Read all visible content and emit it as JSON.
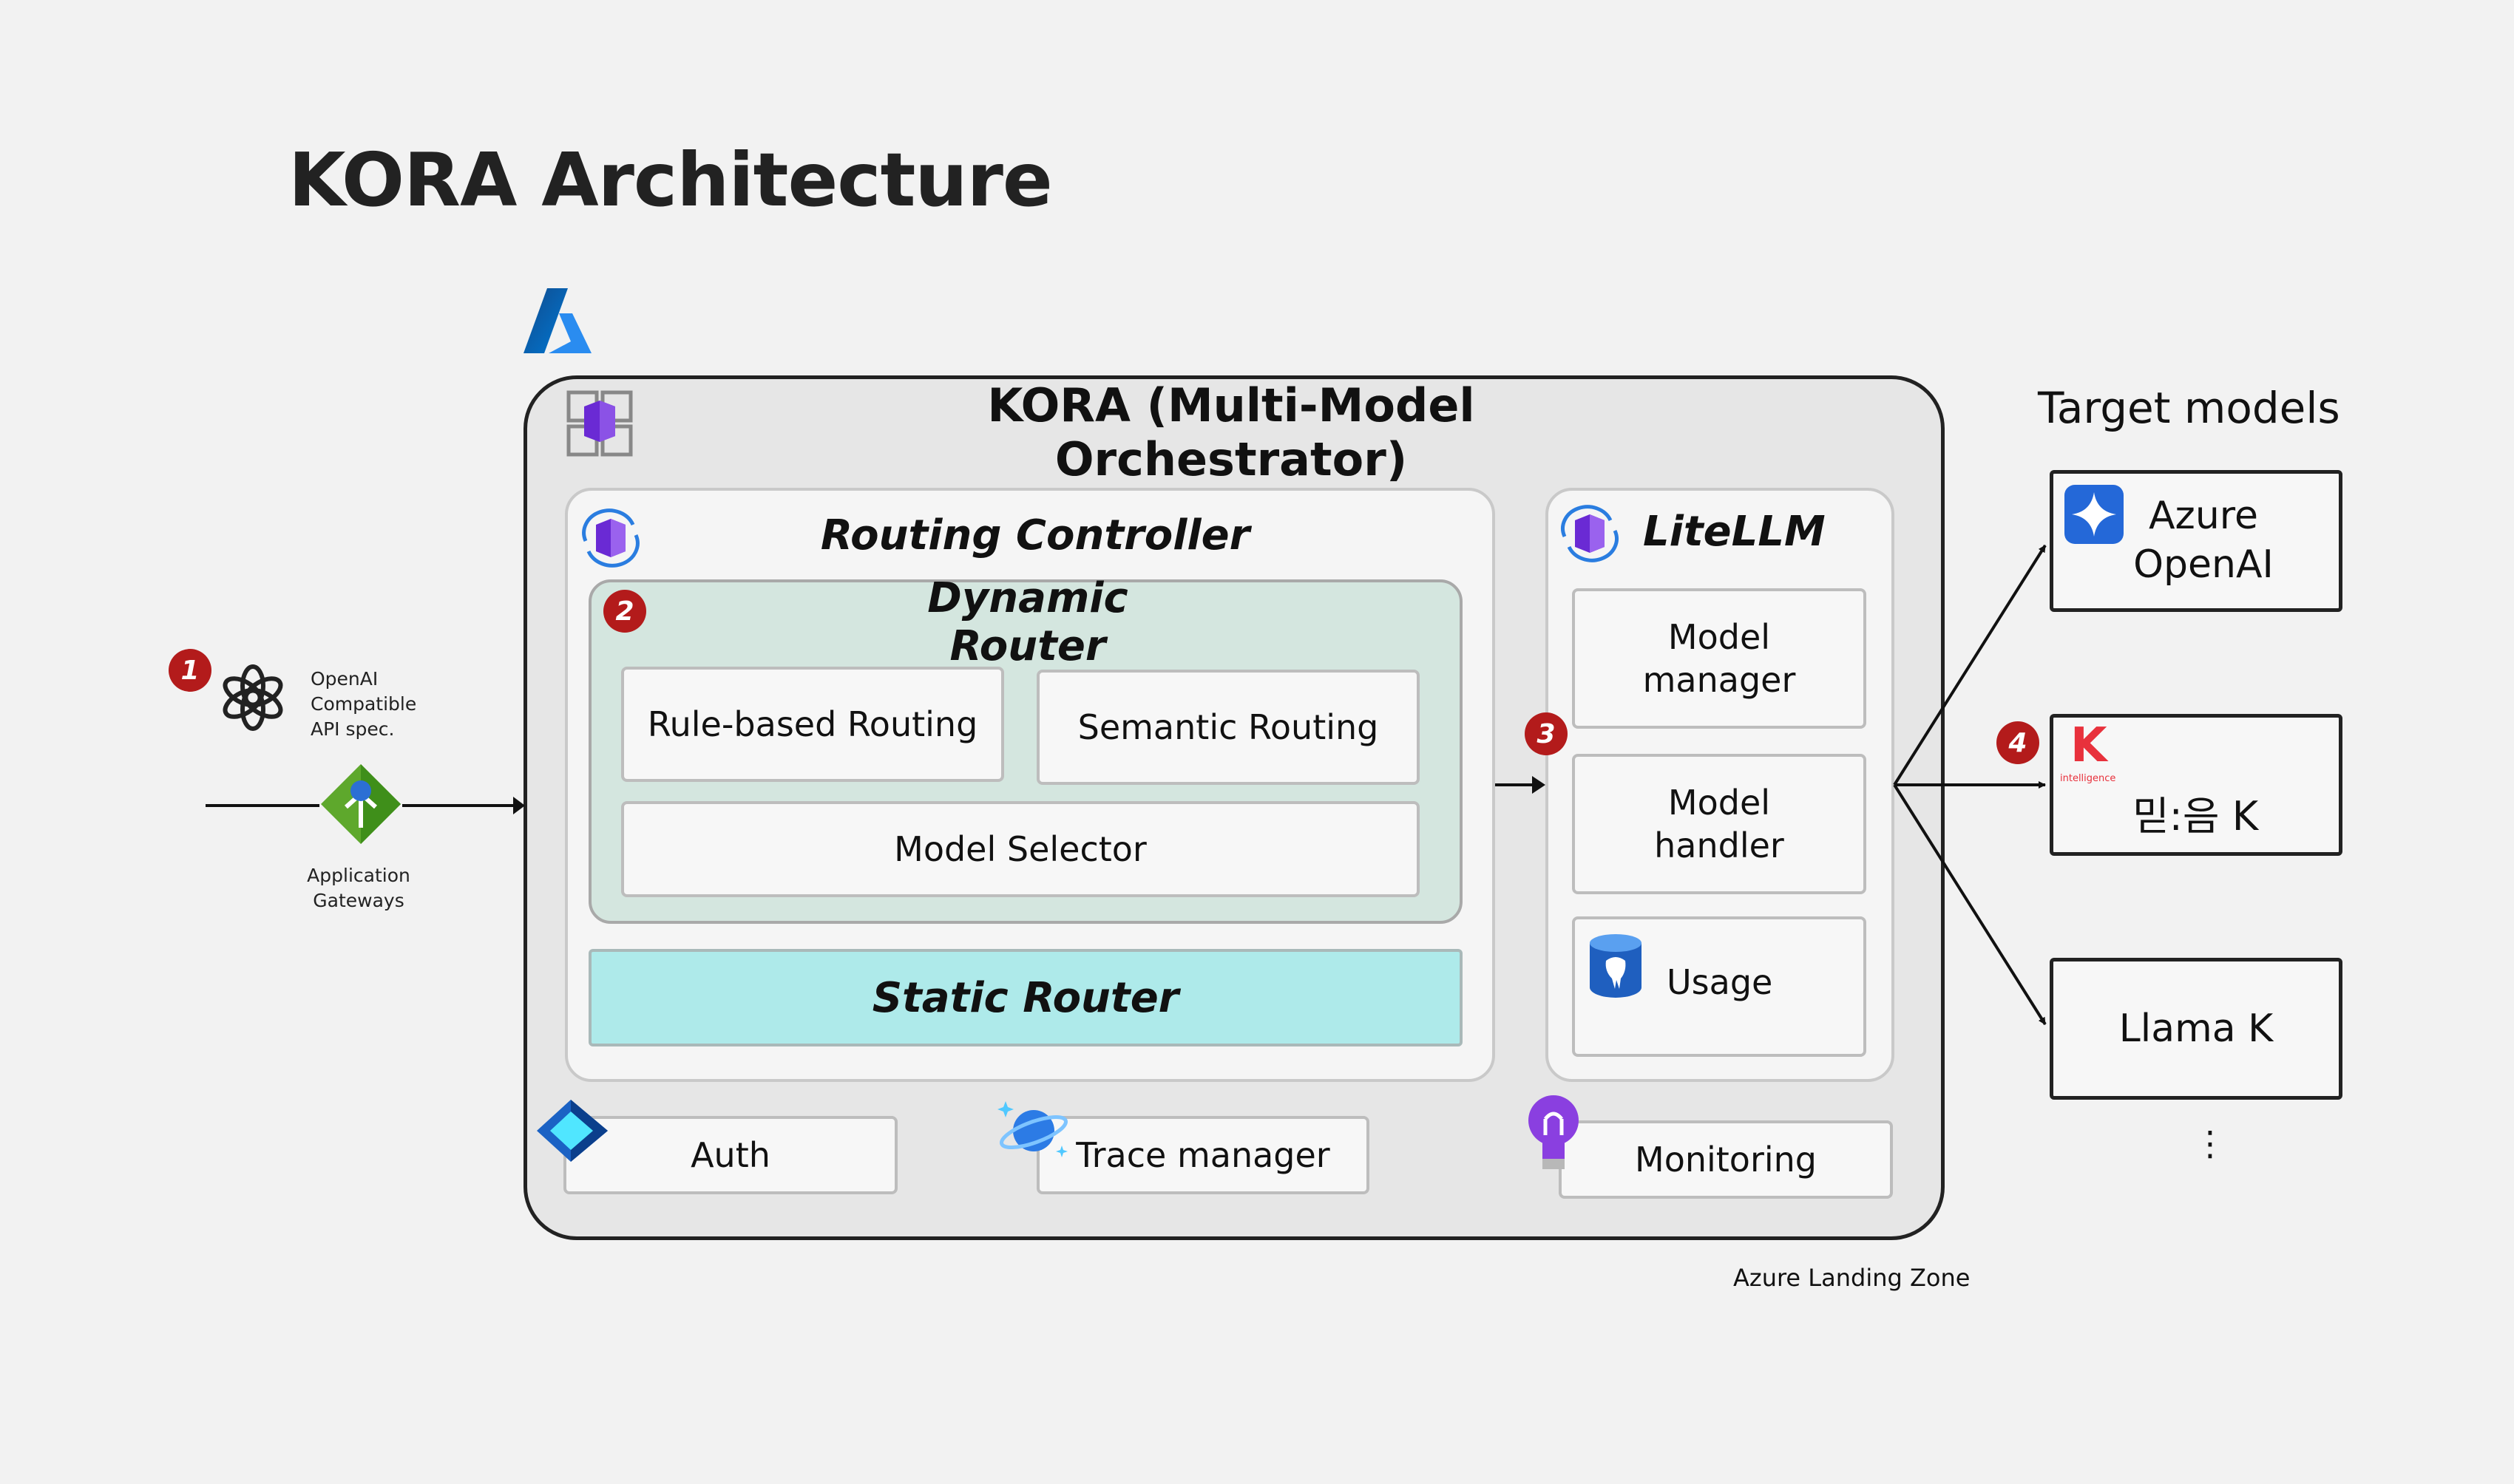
{
  "title": "KORA Architecture",
  "orchestrator": {
    "title": "KORA (Multi-Model Orchestrator)"
  },
  "routing_controller": {
    "title": "Routing Controller",
    "dynamic_router": {
      "title": "Dynamic Router",
      "rule_based": "Rule-based Routing",
      "semantic": "Semantic Routing",
      "model_selector": "Model Selector"
    },
    "static_router": "Static Router"
  },
  "litellm": {
    "title": "LiteLLM",
    "model_manager": "Model\nmanager",
    "model_handler": "Model\nhandler",
    "usage": "Usage"
  },
  "bottom": {
    "auth": "Auth",
    "trace": "Trace manager",
    "monitoring": "Monitoring"
  },
  "client": {
    "openai_label": "OpenAI\nCompatible\nAPI spec.",
    "gateway_label": "Application\nGateways"
  },
  "targets": {
    "heading": "Target models",
    "azure": "Azure\nOpenAI",
    "mideum": "믿:음 K",
    "k_logo_sub": "intelligence",
    "llama": "Llama K",
    "more": "⋮"
  },
  "badges": [
    "1",
    "2",
    "3",
    "4"
  ],
  "zone_label": "Azure Landing Zone",
  "colors": {
    "badge_red": "#b31b1b",
    "dynamic_router_bg": "#d4e6df",
    "static_router_bg": "#aeeaea",
    "azure_blue": "#0078d4",
    "purple": "#7b3fd0"
  }
}
